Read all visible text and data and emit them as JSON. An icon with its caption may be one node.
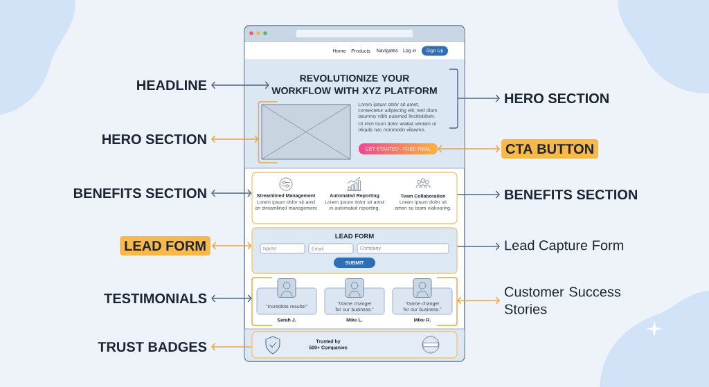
{
  "diagram": {
    "nodes": [
      {
        "text": [],
        "shape": "box"
      },
      {
        "text": [
          "Home",
          "Products",
          "Navigates",
          "Log in"
        ],
        "in": 0
      },
      {
        "text": [
          "Sign Up"
        ],
        "in": 1
      },
      {
        "text": [
          "Lorem ipsum dolor sit amet, consectetur adipiscing elit, sed diam osummy nibh euismod lincitiotidum.",
          "Ut imm loum dolor wlaliat veniam ut otiqulp nac nommodo vilawmo."
        ],
        "in": 0
      },
      {
        "text": [
          "REVOLUTIONIZE YOUR WORKFLOW WITH XYZ PLATFORM"
        ],
        "in": 3
      },
      {
        "text": [],
        "shape": "box",
        "in": 3
      },
      {
        "text": [
          "GET STARTED - FREE TRIAL"
        ],
        "in": 3
      },
      {
        "text": [
          "Streamlined Management",
          "Lorem ipsum dolor sit amd an streamlined management",
          "Automated Reporting",
          "Lorem ipsum dolor sit amst in automated reporting.",
          "Team Collaboration",
          "Lorem ipsum dolor sit amen su team oiakoaring."
        ],
        "in": 0
      },
      {
        "text": [
          "LEAD FORM"
        ],
        "in": 0
      },
      {
        "text": [
          "Name"
        ],
        "in": 8
      },
      {
        "text": [
          "Email"
        ],
        "in": 8
      },
      {
        "text": [
          "Company"
        ],
        "in": 8
      },
      {
        "text": [
          "SUBMIT"
        ],
        "in": 8
      },
      {
        "text": [],
        "shape": "bracket",
        "in": 0
      },
      {
        "text": [
          "\"Incredible results!\""
        ],
        "beside": [
          "Sarah J."
        ],
        "in": 13
      },
      {
        "text": [
          "\"Game changer for our business.\""
        ],
        "beside": [
          "Mike L."
        ],
        "in": 13
      },
      {
        "text": [
          "\"Game changer for our business.\""
        ],
        "beside": [
          "Mike R."
        ],
        "in": 13
      },
      {
        "text": [
          "Trusted by 500+ Companies"
        ],
        "in": 0
      },
      {
        "text": [
          "HEADLINE"
        ]
      },
      {
        "text": [
          "HERO SECTION"
        ]
      },
      {
        "text": [
          "BENEFITS SECTION"
        ]
      },
      {
        "text": [
          "LEAD FORM"
        ]
      },
      {
        "text": [
          "TESTIMONIALS"
        ]
      },
      {
        "text": [
          "TRUST BADGES"
        ]
      },
      {
        "text": [
          "HERO SECTION"
        ]
      },
      {
        "text": [
          "CTA BUTTON"
        ]
      },
      {
        "text": [
          "BENEFITS SECTION"
        ]
      },
      {
        "text": [
          "Lead Capture Form"
        ]
      },
      {
        "text": [
          "Customer Success Stories"
        ]
      }
    ],
    "edges": [
      {
        "from": 18,
        "to": 4,
        "arrow": "both"
      },
      {
        "from": 19,
        "to": 5,
        "arrow": "both",
        "color": "#f2a33a"
      },
      {
        "from": 20,
        "to": 7,
        "arrow": "both"
      },
      {
        "from": 21,
        "to": 8,
        "arrow": "both",
        "color": "#f2a33a"
      },
      {
        "from": 22,
        "to": 13,
        "arrow": "both"
      },
      {
        "from": 17,
        "to": 23,
        "arrow": "to",
        "color": "#f2a33a"
      },
      {
        "from": 3,
        "to": 24,
        "arrow": "to"
      },
      {
        "from": 6,
        "to": 25,
        "arrow": "both",
        "color": "#f2a33a"
      },
      {
        "from": 7,
        "to": 26,
        "arrow": "to"
      },
      {
        "from": 8,
        "to": 27,
        "arrow": "to"
      },
      {
        "from": 13,
        "to": 28,
        "arrow": "both",
        "color": "#f2a33a"
      }
    ]
  }
}
